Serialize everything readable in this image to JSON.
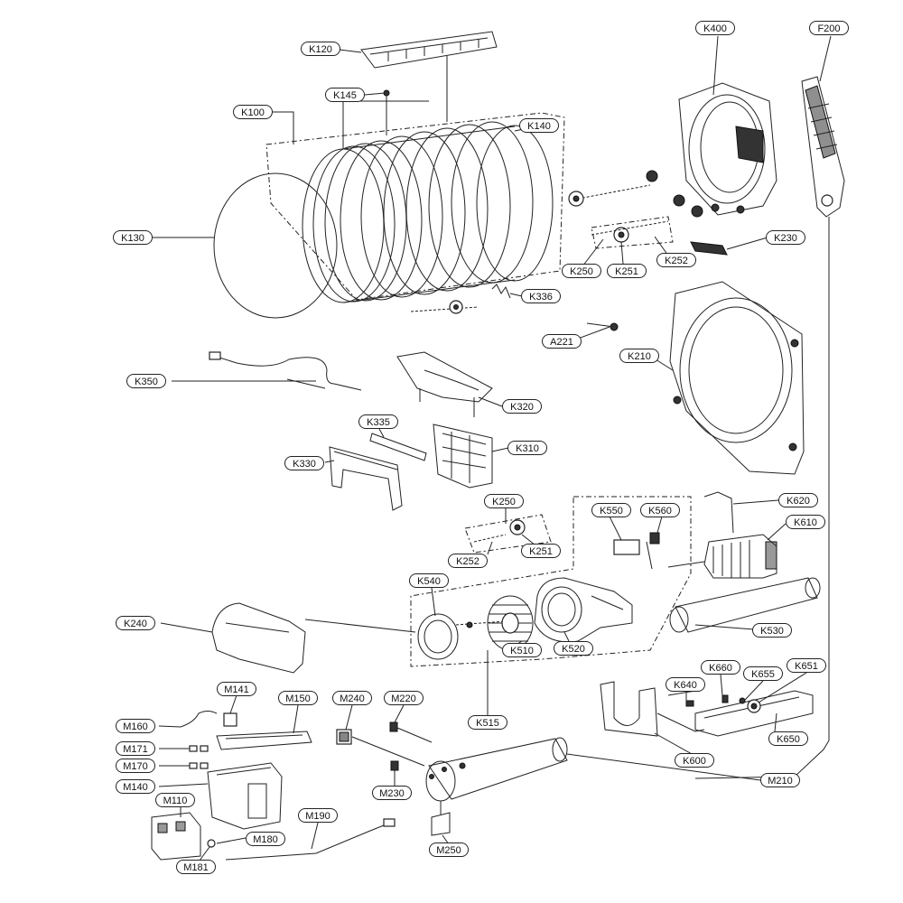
{
  "labels": {
    "K120": "K120",
    "K145": "K145",
    "K100": "K100",
    "K140": "K140",
    "K130": "K130",
    "K400": "K400",
    "F200": "F200",
    "K250a": "K250",
    "K251a": "K251",
    "K252a": "K252",
    "K230": "K230",
    "K336": "K336",
    "A221": "A221",
    "K210": "K210",
    "K350": "K350",
    "K320": "K320",
    "K335": "K335",
    "K310": "K310",
    "K330": "K330",
    "K250b": "K250",
    "K252b": "K252",
    "K251b": "K251",
    "K550": "K550",
    "K560": "K560",
    "K620": "K620",
    "K610": "K610",
    "K540": "K540",
    "K240": "K240",
    "K510": "K510",
    "K520": "K520",
    "K530": "K530",
    "K515": "K515",
    "K640": "K640",
    "K660": "K660",
    "K655": "K655",
    "K651": "K651",
    "K650": "K650",
    "K600": "K600",
    "M141": "M141",
    "M150": "M150",
    "M240": "M240",
    "M220": "M220",
    "M160": "M160",
    "M171": "M171",
    "M170": "M170",
    "M140": "M140",
    "M110": "M110",
    "M190": "M190",
    "M230": "M230",
    "M210": "M210",
    "M180": "M180",
    "M181": "M181",
    "M250": "M250"
  },
  "icons": {
    "drum": "dryer-drum-icon",
    "motor": "motor-icon",
    "blower": "blower-wheel-icon",
    "duct": "exhaust-duct-icon",
    "control": "control-board-icon"
  }
}
